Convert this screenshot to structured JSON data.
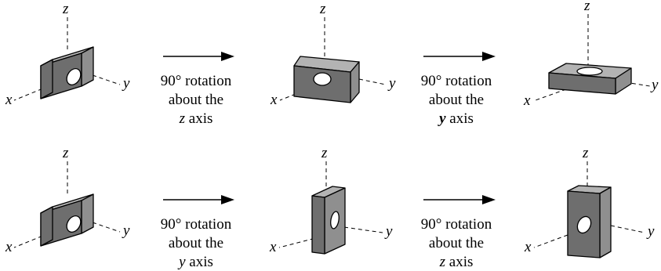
{
  "axes": {
    "x": "x",
    "y": "y",
    "z": "z"
  },
  "rows": [
    {
      "steps": [
        {
          "line1": "90° rotation",
          "line2": "about the",
          "axis": "z",
          "axis_suffix": " axis",
          "axis_style": "italic"
        },
        {
          "line1": "90° rotation",
          "line2": "about the",
          "axis": "y",
          "axis_suffix": " axis",
          "axis_style": "bold-italic"
        }
      ]
    },
    {
      "steps": [
        {
          "line1": "90° rotation",
          "line2": "about the",
          "axis": "y",
          "axis_suffix": " axis",
          "axis_style": "italic"
        },
        {
          "line1": "90° rotation",
          "line2": "about the",
          "axis": "z",
          "axis_suffix": " axis",
          "axis_style": "italic"
        }
      ]
    }
  ],
  "colors": {
    "front_face": "#6e6e6e",
    "side_face": "#8f8f8f",
    "top_face": "#b3b3b3",
    "hole": "#ffffff"
  }
}
